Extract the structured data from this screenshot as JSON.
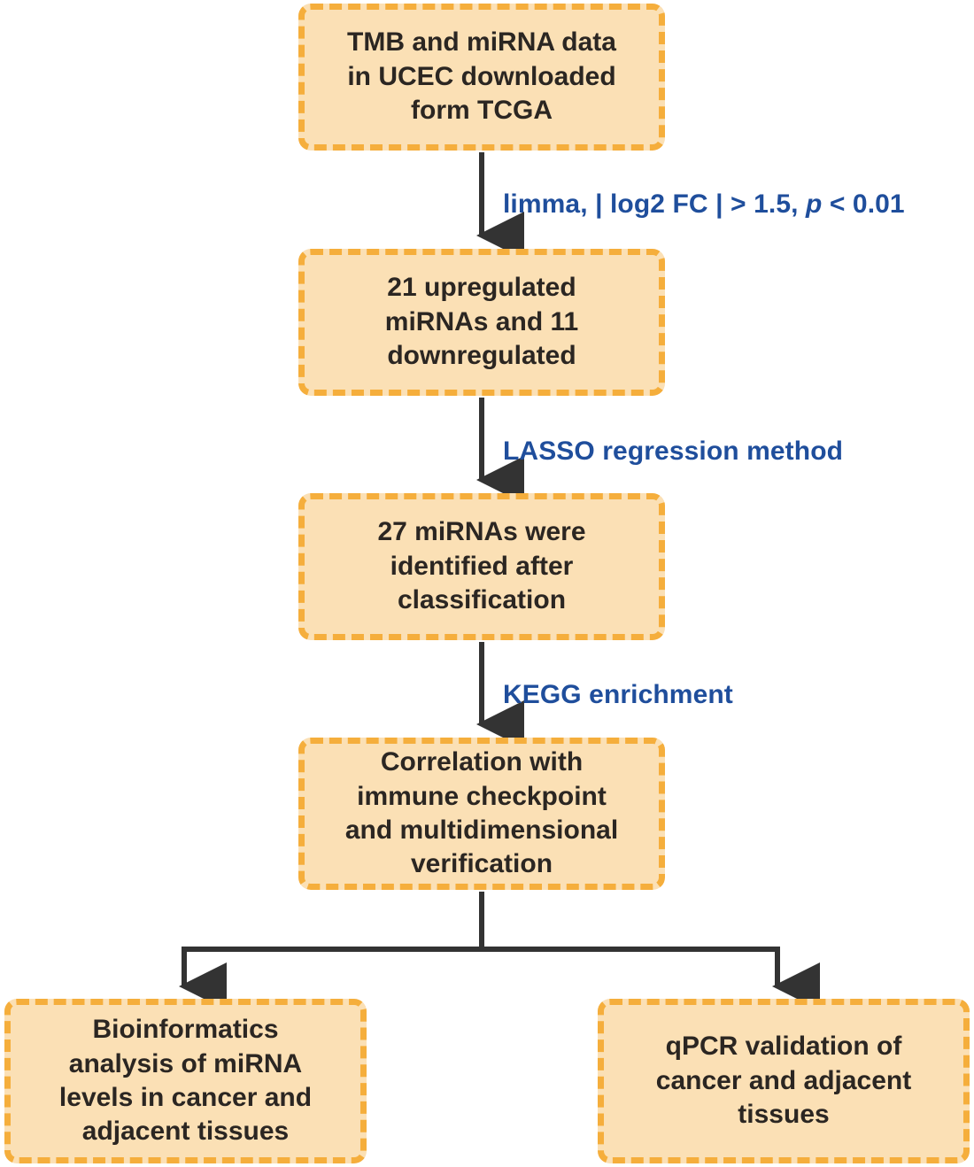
{
  "diagram": {
    "title": "TMB and miRNA study workflow",
    "colors": {
      "node_fill": "#fbe0b5",
      "node_border": "#f5ae3c",
      "node_text": "#2b2622",
      "edge_label_text": "#1f4e9c",
      "connector": "#333333",
      "background": "#ffffff"
    },
    "nodes": [
      {
        "id": "node-source-data",
        "text": "TMB and miRNA data\nin UCEC downloaded\nform TCGA"
      },
      {
        "id": "node-deg-counts",
        "text": "21 upregulated\nmiRNAs and 11\ndownregulated"
      },
      {
        "id": "node-lasso-result",
        "text": "27 miRNAs were\nidentified after\nclassification"
      },
      {
        "id": "node-correlation",
        "text": "Correlation with\nimmune checkpoint\nand multidimensional\nverification"
      },
      {
        "id": "node-bioinformatics",
        "text": "Bioinformatics\nanalysis of miRNA\nlevels in cancer and\nadjacent tissues"
      },
      {
        "id": "node-qpcr",
        "text": "qPCR validation of\ncancer and adjacent\ntissues"
      }
    ],
    "edge_labels": [
      {
        "id": "edge-label-limma",
        "prefix": "limma, | log2 FC | > 1.5, ",
        "italic": "p",
        "suffix": " < 0.01"
      },
      {
        "id": "edge-label-lasso",
        "text": "LASSO regression method"
      },
      {
        "id": "edge-label-kegg",
        "text": "KEGG enrichment"
      }
    ]
  }
}
